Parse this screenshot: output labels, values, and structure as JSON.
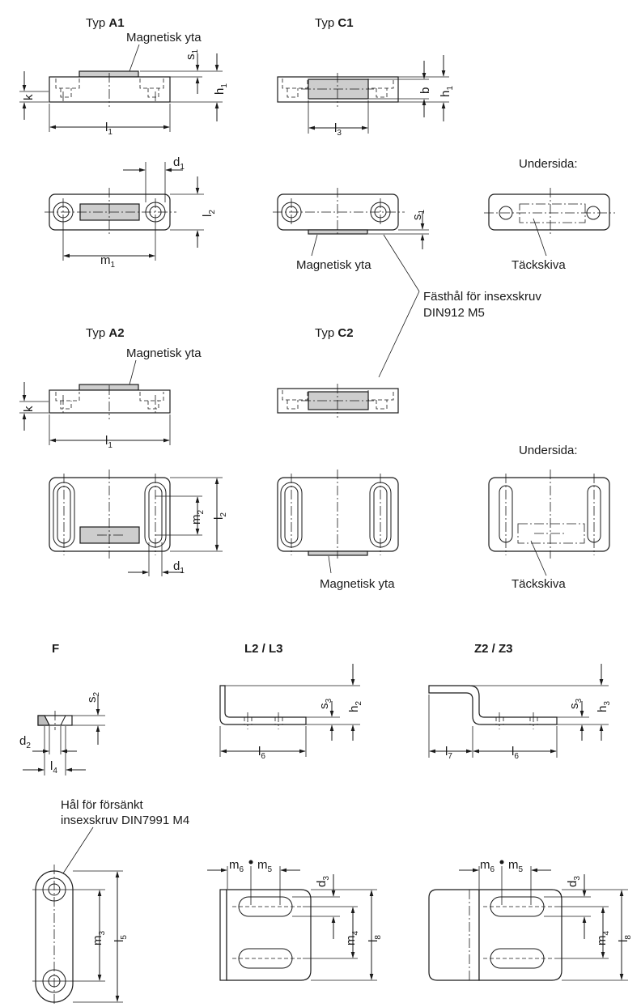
{
  "titles": {
    "a1_typ": "Typ",
    "a1_code": "A1",
    "c1_typ": "Typ",
    "c1_code": "C1",
    "a2_typ": "Typ",
    "a2_code": "A2",
    "c2_typ": "Typ",
    "c2_code": "C2",
    "f": "F",
    "l": "L2 / L3",
    "z": "Z2 / Z3"
  },
  "labels": {
    "magnetic_surface": "Magnetisk yta",
    "underside": "Undersida:",
    "cover_disc": "Täckskiva",
    "fix_hole_1": "Fästhål för insexskruv",
    "fix_hole_2": "DIN912 M5",
    "counter_hole_1": "Hål för försänkt",
    "counter_hole_2": "insexskruv DIN7991 M4"
  },
  "dims": {
    "s": "s",
    "h": "h",
    "k": "k",
    "l": "l",
    "b": "b",
    "d": "d",
    "m": "m"
  }
}
